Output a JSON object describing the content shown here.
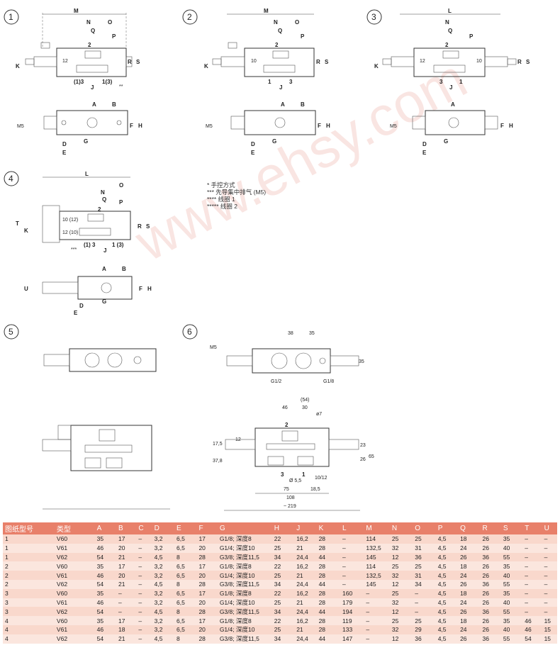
{
  "labels": {
    "d1": "1",
    "d2": "2",
    "d3": "3",
    "d4": "4",
    "d5": "5",
    "d6": "6",
    "M": "M",
    "L": "L",
    "N": "N",
    "O": "O",
    "P": "P",
    "Q": "Q",
    "R": "R",
    "S": "S",
    "K": "K",
    "T": "T",
    "U": "U",
    "A": "A",
    "B": "B",
    "D": "D",
    "E": "E",
    "F": "F",
    "G": "G",
    "H": "H",
    "J": "J",
    "M5": "M5",
    "p1_2": "2",
    "p1_12": "12",
    "p1_b1": "(1)3",
    "p1_b2": "1(3)",
    "p2_2": "2",
    "p2_10": "10",
    "p2_b1": "1",
    "p2_b2": "3",
    "p3_2": "2",
    "p3_12": "12",
    "p3_10": "10",
    "p3_b1": "3",
    "p3_b2": "1",
    "p4_2": "2",
    "p4_a": "10 (12)",
    "p4_b": "12 (10)",
    "p4_b1": "(1) 3",
    "p4_b2": "1 (3)",
    "p6_38": "38",
    "p6_35a": "35",
    "p6_35b": "35",
    "p6_g12": "G1/2",
    "p6_g18": "G1/8",
    "p6_54": "(54)",
    "p6_46": "46",
    "p6_30": "30",
    "p6_d7": "ø7",
    "p6_2": "2",
    "p6_12": "12",
    "p6_175": "17,5",
    "p6_378": "37,8",
    "p6_23": "23",
    "p6_65": "65",
    "p6_26": "26",
    "p6_3": "3",
    "p6_1": "1",
    "p6_1012": "10/12",
    "p6_d55": "Ø 5,5",
    "p6_75": "75",
    "p6_185": "18,5",
    "p6_108": "108",
    "p6_219": "~ 219",
    "star": "*",
    "star2": "**",
    "star3": "***"
  },
  "notes": {
    "n1": "* 手控方式",
    "n2": "*** 先导集中排气 (M5)",
    "n3": "**** 线圈 1",
    "n4": "***** 线圈 2"
  },
  "watermark": "www.ehsy.com",
  "table": {
    "headers": [
      "图纸型号",
      "类型",
      "A",
      "B",
      "C",
      "D",
      "E",
      "F",
      "G",
      "H",
      "J",
      "K",
      "L",
      "M",
      "N",
      "O",
      "P",
      "Q",
      "R",
      "S",
      "T",
      "U"
    ],
    "rows": [
      [
        "1",
        "V60",
        "35",
        "17",
        "–",
        "3,2",
        "6,5",
        "17",
        "G1/8; 深度8",
        "22",
        "16,2",
        "28",
        "–",
        "114",
        "25",
        "25",
        "4,5",
        "18",
        "26",
        "35",
        "–",
        "–"
      ],
      [
        "1",
        "V61",
        "46",
        "20",
        "–",
        "3,2",
        "6,5",
        "20",
        "G1/4; 深度10",
        "25",
        "21",
        "28",
        "–",
        "132,5",
        "32",
        "31",
        "4,5",
        "24",
        "26",
        "40",
        "–",
        "–"
      ],
      [
        "1",
        "V62",
        "54",
        "21",
        "–",
        "4,5",
        "8",
        "28",
        "G3/8; 深度11,5",
        "34",
        "24,4",
        "44",
        "–",
        "145",
        "12",
        "36",
        "4,5",
        "26",
        "36",
        "55",
        "–",
        "–"
      ],
      [
        "2",
        "V60",
        "35",
        "17",
        "–",
        "3,2",
        "6,5",
        "17",
        "G1/8; 深度8",
        "22",
        "16,2",
        "28",
        "–",
        "114",
        "25",
        "25",
        "4,5",
        "18",
        "26",
        "35",
        "–",
        "–"
      ],
      [
        "2",
        "V61",
        "46",
        "20",
        "–",
        "3,2",
        "6,5",
        "20",
        "G1/4; 深度10",
        "25",
        "21",
        "28",
        "–",
        "132,5",
        "32",
        "31",
        "4,5",
        "24",
        "26",
        "40",
        "–",
        "–"
      ],
      [
        "2",
        "V62",
        "54",
        "21",
        "–",
        "4,5",
        "8",
        "28",
        "G3/8; 深度11,5",
        "34",
        "24,4",
        "44",
        "–",
        "145",
        "12",
        "34",
        "4,5",
        "26",
        "36",
        "55",
        "–",
        "–"
      ],
      [
        "3",
        "V60",
        "35",
        "–",
        "–",
        "3,2",
        "6,5",
        "17",
        "G1/8; 深度8",
        "22",
        "16,2",
        "28",
        "160",
        "–",
        "25",
        "–",
        "4,5",
        "18",
        "26",
        "35",
        "–",
        "–"
      ],
      [
        "3",
        "V61",
        "46",
        "–",
        "–",
        "3,2",
        "6,5",
        "20",
        "G1/4; 深度10",
        "25",
        "21",
        "28",
        "179",
        "–",
        "32",
        "–",
        "4,5",
        "24",
        "26",
        "40",
        "–",
        "–"
      ],
      [
        "3",
        "V62",
        "54",
        "–",
        "–",
        "4,5",
        "8",
        "28",
        "G3/8; 深度11,5",
        "34",
        "24,4",
        "44",
        "194",
        "–",
        "12",
        "–",
        "4,5",
        "26",
        "36",
        "55",
        "–",
        "–"
      ],
      [
        "4",
        "V60",
        "35",
        "17",
        "–",
        "3,2",
        "6,5",
        "17",
        "G1/8; 深度8",
        "22",
        "16,2",
        "28",
        "119",
        "–",
        "25",
        "25",
        "4,5",
        "18",
        "26",
        "35",
        "46",
        "15"
      ],
      [
        "4",
        "V61",
        "46",
        "18",
        "–",
        "3,2",
        "6,5",
        "20",
        "G1/4; 深度10",
        "25",
        "21",
        "28",
        "133",
        "–",
        "32",
        "29",
        "4,5",
        "24",
        "26",
        "40",
        "46",
        "15"
      ],
      [
        "4",
        "V62",
        "54",
        "21",
        "–",
        "4,5",
        "8",
        "28",
        "G3/8; 深度11,5",
        "34",
        "24,4",
        "44",
        "147",
        "–",
        "12",
        "36",
        "4,5",
        "26",
        "36",
        "55",
        "54",
        "15"
      ]
    ]
  }
}
